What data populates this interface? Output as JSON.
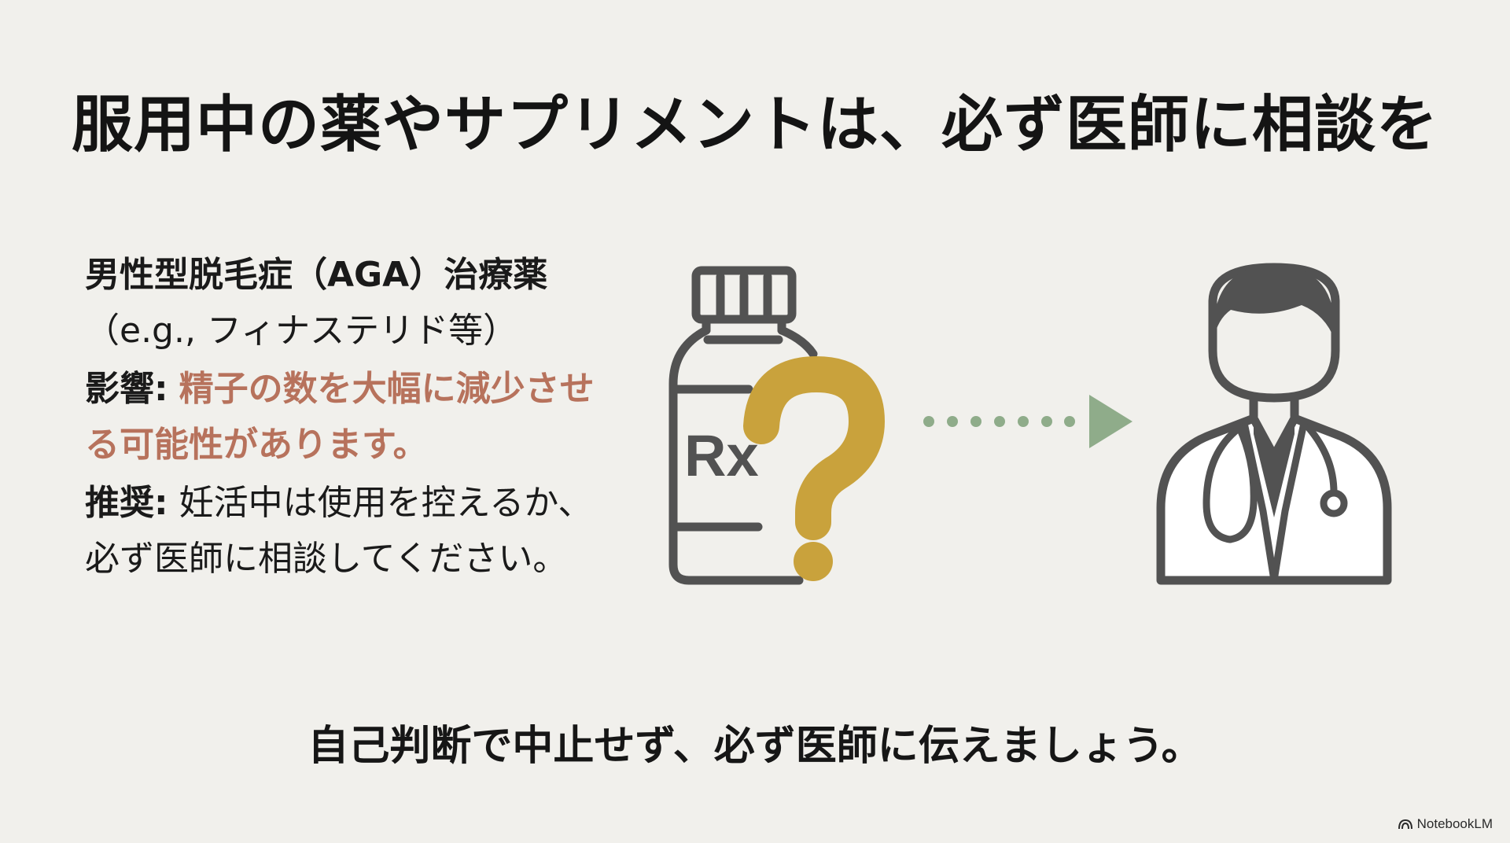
{
  "slide": {
    "title": "服用中の薬やサプリメントは、必ず医師に相談を",
    "drug_heading": "男性型脱毛症（AGA）治療薬",
    "drug_example": "（e.g., フィナステリド等）",
    "impact_label": "影響:",
    "impact_text": "精子の数を大幅に減少させる可能性があります。",
    "recommend_label": "推奨:",
    "recommend_text": "妊活中は使用を控えるか、必ず医師に相談してください。",
    "footer": "自己判断で中止せず、必ず医師に伝えましょう。",
    "rx_label": "Rx",
    "brand": "NotebookLM"
  },
  "colors": {
    "background": "#f1f0ec",
    "text": "#161616",
    "impact": "#b7725c",
    "icon_stroke": "#525252",
    "question_mark": "#c9a23c",
    "arrow": "#8fac8a"
  },
  "icons": [
    "pill-bottle-icon",
    "question-mark-icon",
    "dotted-arrow-icon",
    "doctor-icon",
    "stethoscope-icon",
    "notebooklm-logo-icon"
  ]
}
